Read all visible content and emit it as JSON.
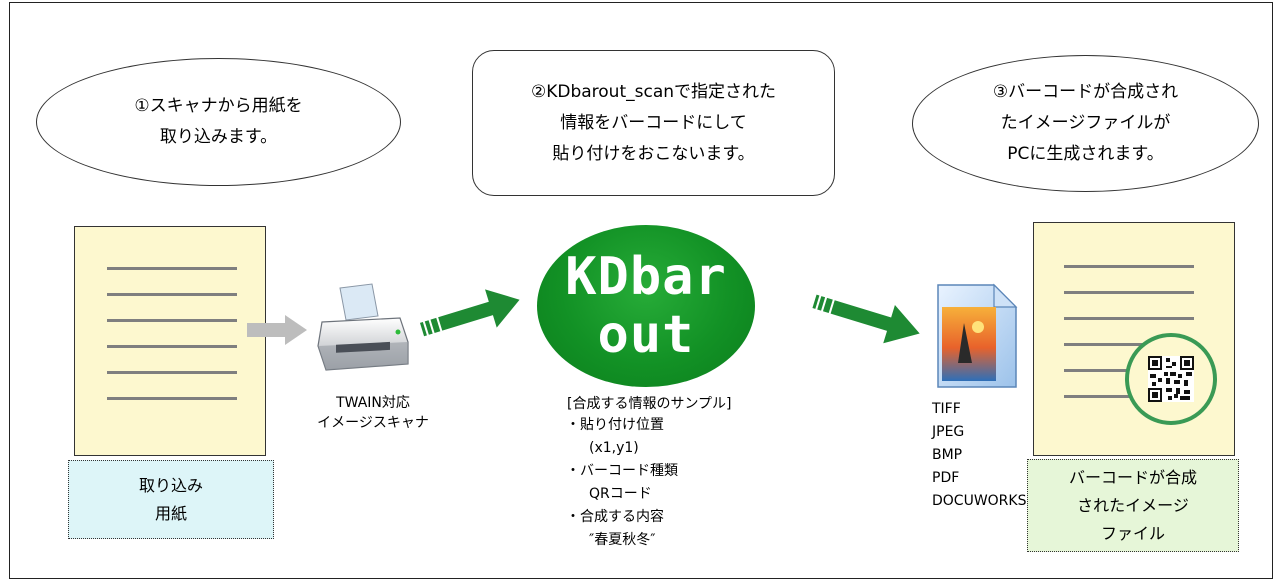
{
  "steps": [
    {
      "text": "①スキャナから用紙を\n取り込みます。"
    },
    {
      "text": "②KDbarout_scanで指定された\n情報をバーコードにして\n貼り付けをおこないます。"
    },
    {
      "text": "③バーコードが合成され\nたイメージファイルが\nPCに生成されます。"
    }
  ],
  "input_doc": {
    "caption": "取り込み\n用紙"
  },
  "scanner": {
    "label": "TWAIN対応\nイメージスキャナ",
    "icon": "printer-scanner-icon"
  },
  "logo": {
    "text": "KDbar\nout"
  },
  "sample": {
    "title": "[合成する情報のサンプル]",
    "items": [
      {
        "label": "・貼り付け位置",
        "value": "(x1,y1)"
      },
      {
        "label": "・バーコード種類",
        "value": "QRコード"
      },
      {
        "label": "・合成する内容",
        "value": "″春夏秋冬″"
      }
    ]
  },
  "formats": [
    "TIFF",
    "JPEG",
    "BMP",
    "PDF",
    "DOCUWORKS"
  ],
  "output_doc": {
    "caption": "バーコードが合成\nされたイメージ\nファイル",
    "qr_icon": "qr-code-icon"
  },
  "colors": {
    "doc_fill": "#fdf8cf",
    "input_caption_fill": "#ddf5f8",
    "output_caption_fill": "#e6f6d8",
    "arrow_green": "#1e8a33",
    "circle_green": "#3a9a55",
    "logo_green": "#129125"
  }
}
